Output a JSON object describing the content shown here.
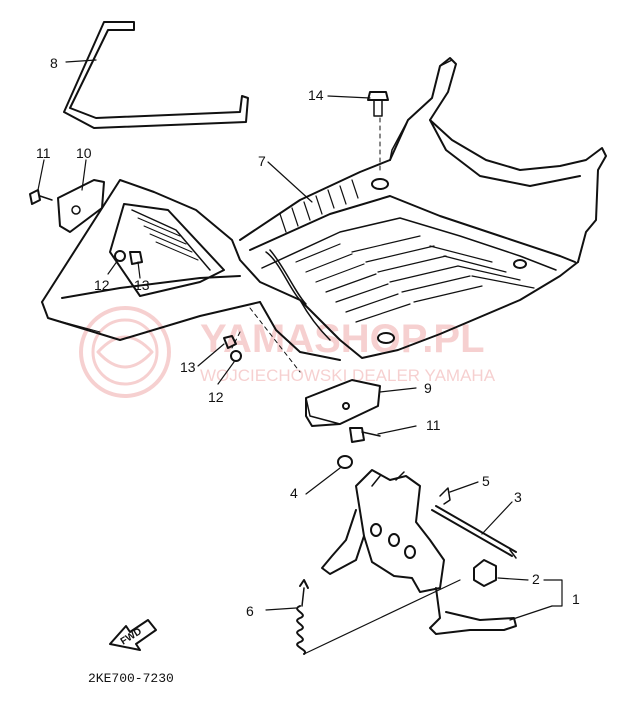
{
  "diagram_code": "2KE700-7230",
  "fwd_label": "FWD",
  "watermark": {
    "title": "YAMASHOP.PL",
    "subtitle": "WOJCIECHOWSKI DEALER YAMAHA",
    "color": "#e87a7a"
  },
  "callouts": [
    {
      "id": "c1",
      "label": "1"
    },
    {
      "id": "c2",
      "label": "2"
    },
    {
      "id": "c3",
      "label": "3"
    },
    {
      "id": "c4",
      "label": "4"
    },
    {
      "id": "c5",
      "label": "5"
    },
    {
      "id": "c6",
      "label": "6"
    },
    {
      "id": "c7",
      "label": "7"
    },
    {
      "id": "c8",
      "label": "8"
    },
    {
      "id": "c9",
      "label": "9"
    },
    {
      "id": "c10",
      "label": "10"
    },
    {
      "id": "c11a",
      "label": "11"
    },
    {
      "id": "c11b",
      "label": "11"
    },
    {
      "id": "c12a",
      "label": "12"
    },
    {
      "id": "c12b",
      "label": "12"
    },
    {
      "id": "c13a",
      "label": "13"
    },
    {
      "id": "c13b",
      "label": "13"
    },
    {
      "id": "c14",
      "label": "14"
    }
  ]
}
